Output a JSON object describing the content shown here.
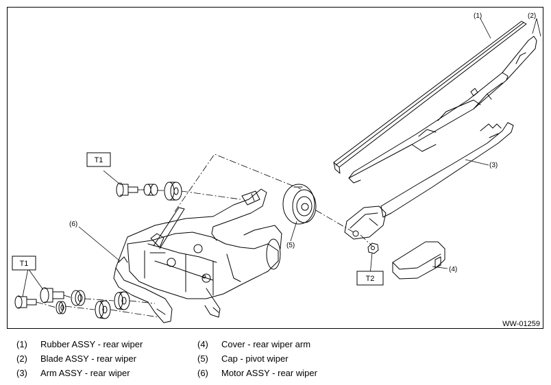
{
  "figure": {
    "figure_id": "WW-01259",
    "callouts": [
      "(1)",
      "(2)",
      "(3)",
      "(4)",
      "(5)",
      "(6)"
    ],
    "torque_labels": [
      "T1",
      "T1",
      "T2"
    ]
  },
  "legend": [
    {
      "num": "(1)",
      "text": "Rubber ASSY - rear wiper"
    },
    {
      "num": "(2)",
      "text": "Blade ASSY - rear wiper"
    },
    {
      "num": "(3)",
      "text": "Arm ASSY - rear wiper"
    },
    {
      "num": "(4)",
      "text": "Cover - rear wiper arm"
    },
    {
      "num": "(5)",
      "text": "Cap - pivot wiper"
    },
    {
      "num": "(6)",
      "text": "Motor ASSY - rear wiper"
    }
  ]
}
